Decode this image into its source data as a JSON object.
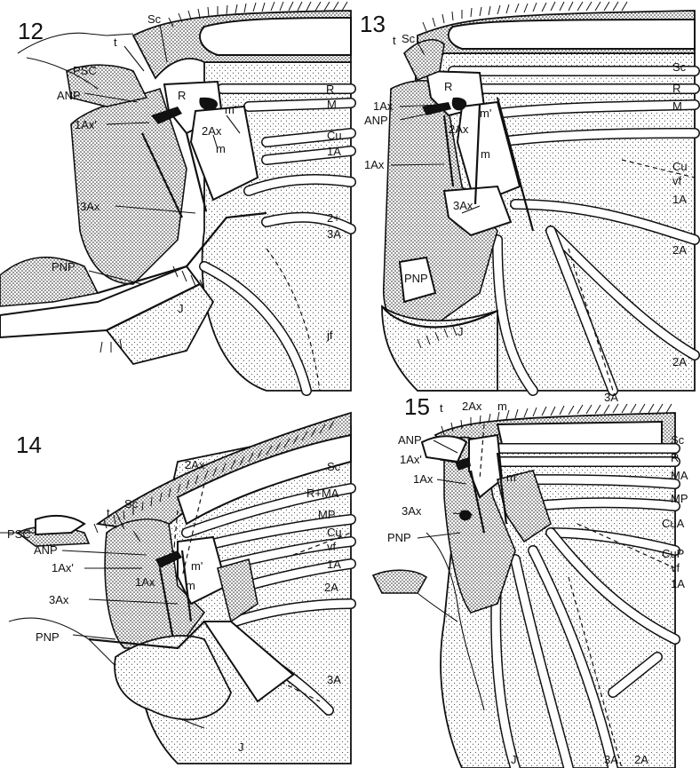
{
  "figures": [
    {
      "number": "12",
      "labels": [
        "Sc",
        "t",
        "PSC",
        "R",
        "ANP",
        "1Ax'",
        "2Ax",
        "m'",
        "m",
        "R",
        "M",
        "Cu",
        "1A",
        "3Ax",
        "2+",
        "3A",
        "PNP",
        "J",
        "jf"
      ]
    },
    {
      "number": "13",
      "labels": [
        "t",
        "Sc",
        "Sc",
        "R",
        "R",
        "1Ax",
        "ANP",
        "m'",
        "M",
        "2Ax",
        "m",
        "1Ax",
        "Cu",
        "vf",
        "1A",
        "3Ax",
        "2A",
        "PNP",
        "J",
        "2A",
        "3A"
      ]
    },
    {
      "number": "14",
      "labels": [
        "2Ax",
        "Sc",
        "t",
        "Sc",
        "R+MA",
        "MP",
        "PSC",
        "Cu",
        "vf",
        "ANP",
        "1Ax'",
        "m'",
        "1A",
        "1Ax",
        "m",
        "2A",
        "3Ax",
        "PNP",
        "3A",
        "J"
      ]
    },
    {
      "number": "15",
      "labels": [
        "t",
        "2Ax",
        "m",
        "ANP",
        "Sc",
        "1Ax'",
        "R",
        "1Ax",
        "MA",
        "m'",
        "3Ax",
        "MP",
        "PNP",
        "CuA",
        "CuP",
        "vf",
        "1A",
        "J",
        "3A",
        "2A"
      ]
    }
  ]
}
